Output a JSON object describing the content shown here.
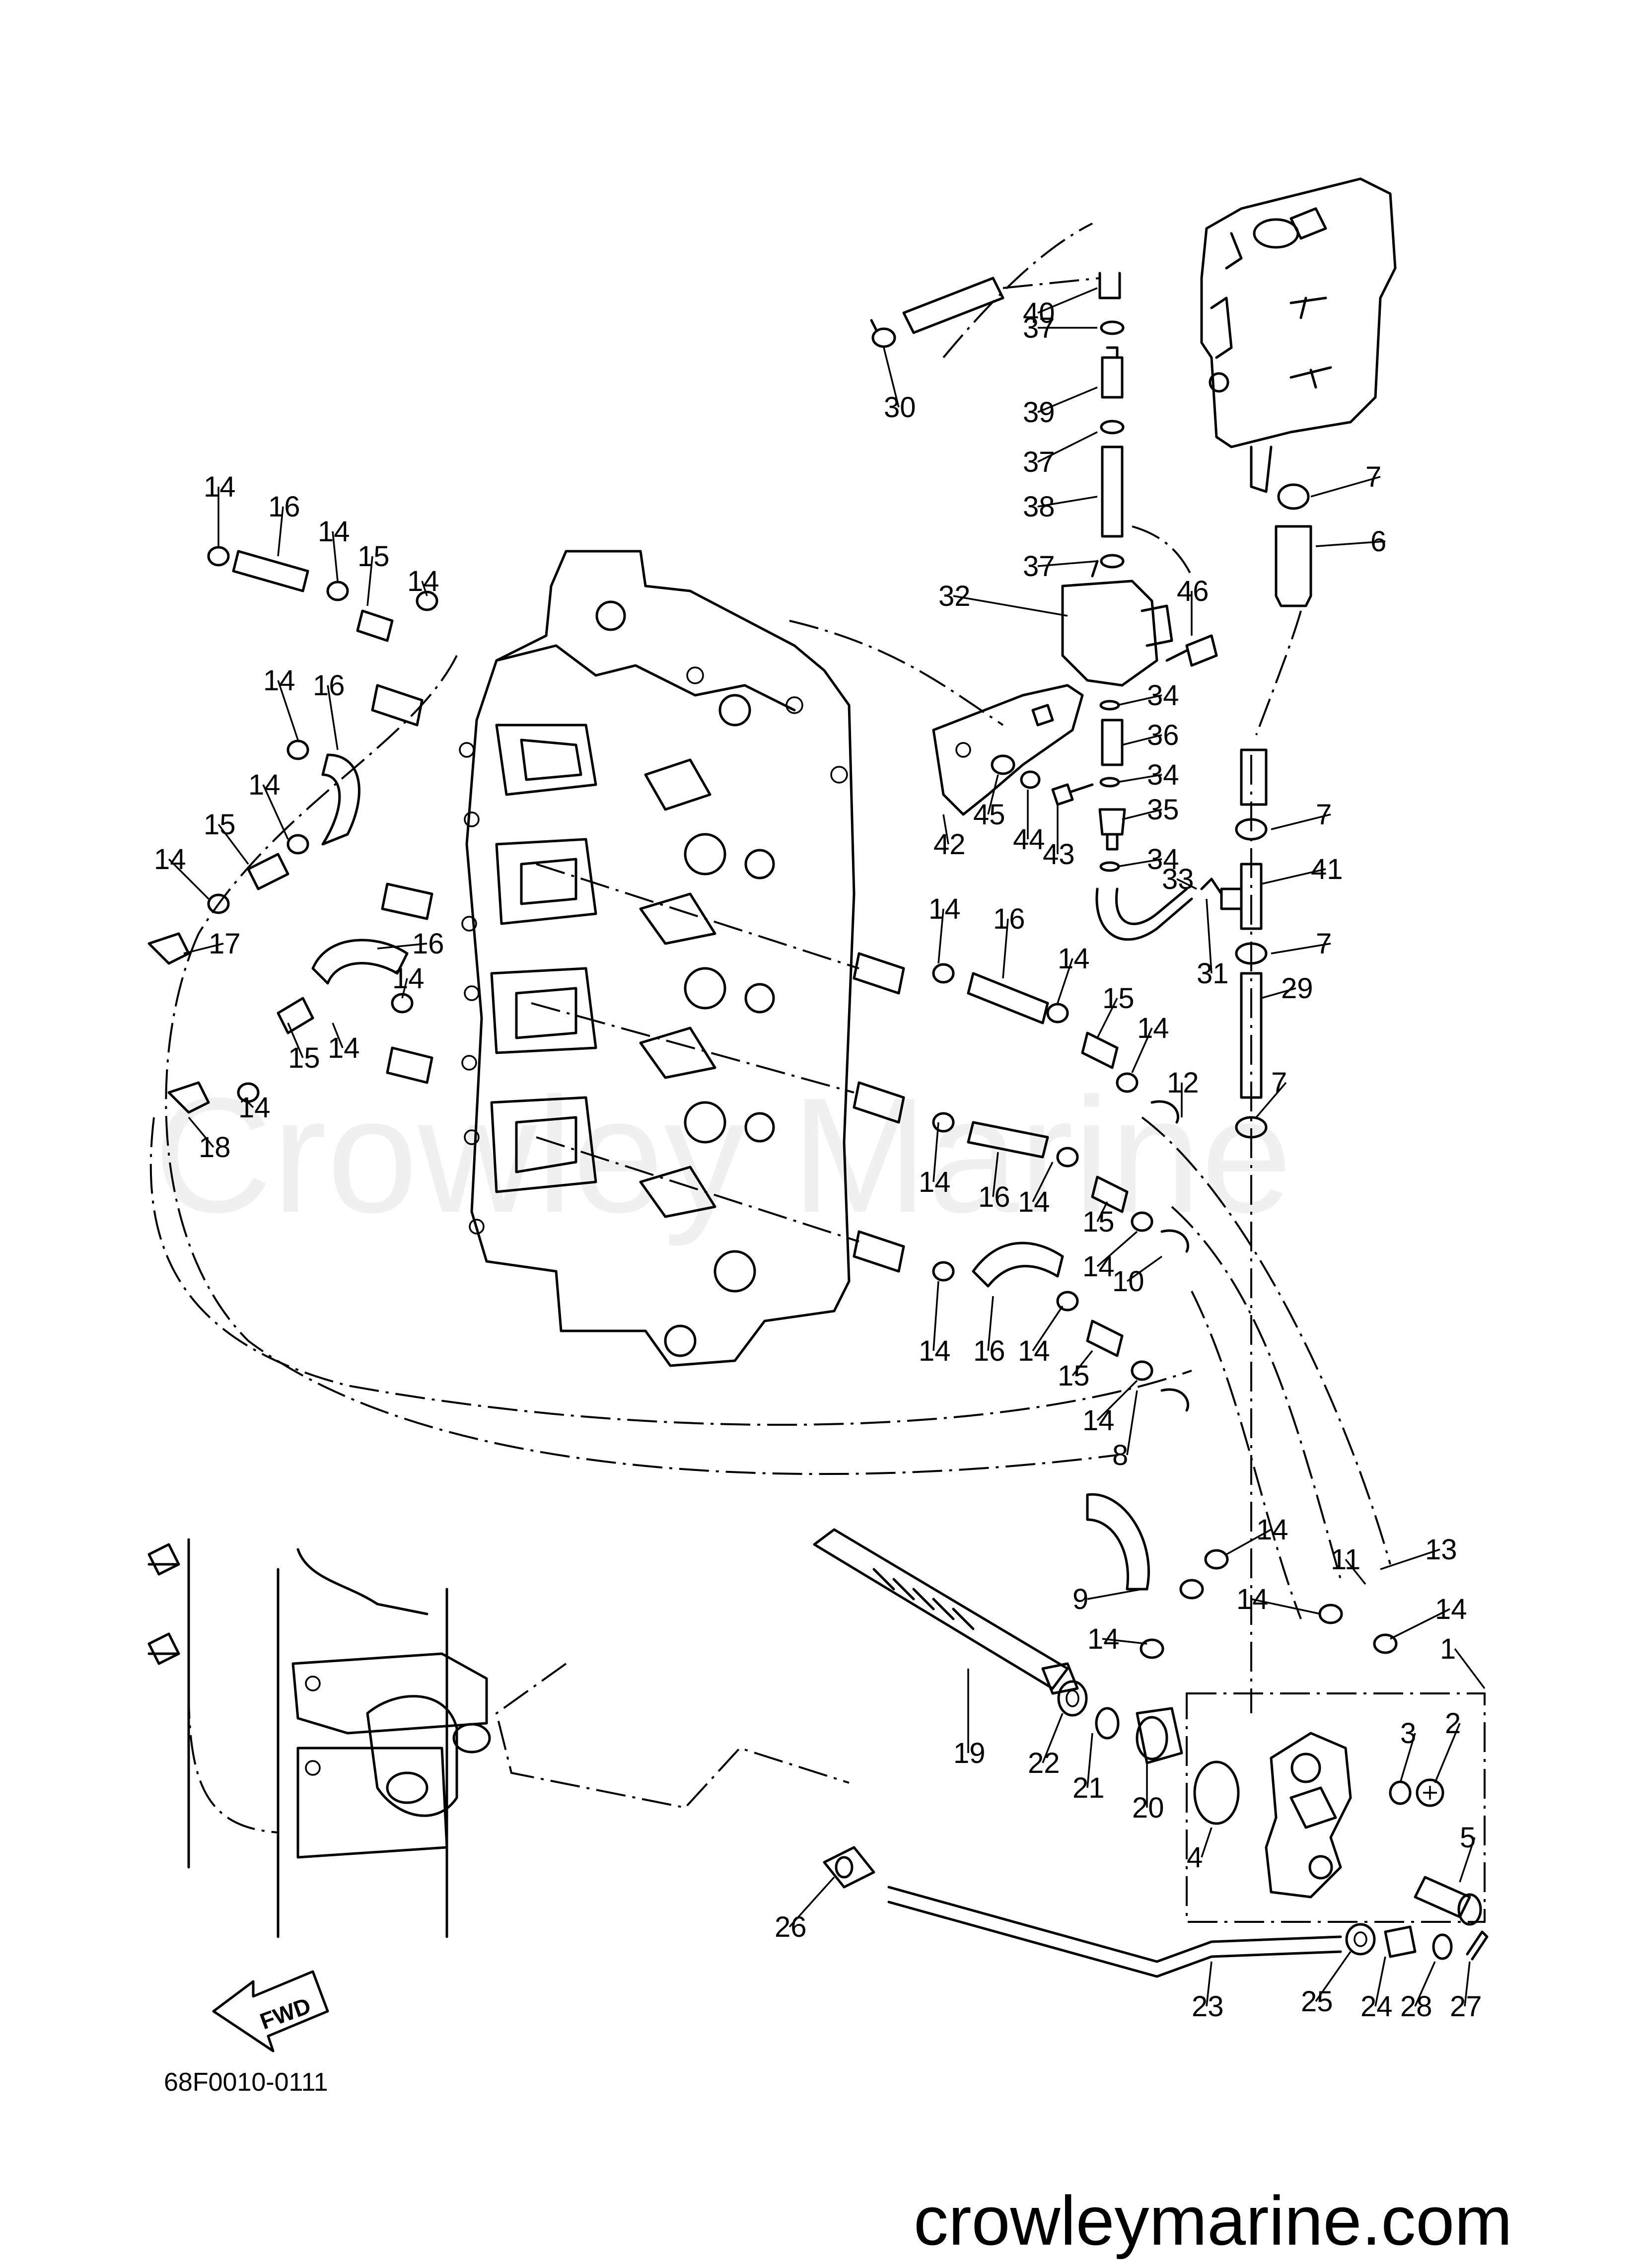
{
  "diagram": {
    "diagram_code": "68F0010-0111",
    "watermark": "Crowley Marine",
    "site": "crowleymarine.com",
    "fwd_label": "FWD",
    "callouts": [
      {
        "id": "c1",
        "label": "1"
      },
      {
        "id": "c2",
        "label": "2"
      },
      {
        "id": "c3",
        "label": "3"
      },
      {
        "id": "c4",
        "label": "4"
      },
      {
        "id": "c5",
        "label": "5"
      },
      {
        "id": "c6",
        "label": "6"
      },
      {
        "id": "c7a",
        "label": "7"
      },
      {
        "id": "c7b",
        "label": "7"
      },
      {
        "id": "c7c",
        "label": "7"
      },
      {
        "id": "c7d",
        "label": "7"
      },
      {
        "id": "c8",
        "label": "8"
      },
      {
        "id": "c9",
        "label": "9"
      },
      {
        "id": "c10",
        "label": "10"
      },
      {
        "id": "c11",
        "label": "11"
      },
      {
        "id": "c12",
        "label": "12"
      },
      {
        "id": "c13",
        "label": "13"
      },
      {
        "id": "c14a",
        "label": "14"
      },
      {
        "id": "c14b",
        "label": "14"
      },
      {
        "id": "c14c",
        "label": "14"
      },
      {
        "id": "c14d",
        "label": "14"
      },
      {
        "id": "c14e",
        "label": "14"
      },
      {
        "id": "c14f",
        "label": "14"
      },
      {
        "id": "c14g",
        "label": "14"
      },
      {
        "id": "c14h",
        "label": "14"
      },
      {
        "id": "c14i",
        "label": "14"
      },
      {
        "id": "c14j",
        "label": "14"
      },
      {
        "id": "c14k",
        "label": "14"
      },
      {
        "id": "c14l",
        "label": "14"
      },
      {
        "id": "c14m",
        "label": "14"
      },
      {
        "id": "c14n",
        "label": "14"
      },
      {
        "id": "c14o",
        "label": "14"
      },
      {
        "id": "c14p",
        "label": "14"
      },
      {
        "id": "c14q",
        "label": "14"
      },
      {
        "id": "c14r",
        "label": "14"
      },
      {
        "id": "c14s",
        "label": "14"
      },
      {
        "id": "c14t",
        "label": "14"
      },
      {
        "id": "c14u",
        "label": "14"
      },
      {
        "id": "c14v",
        "label": "14"
      },
      {
        "id": "c15a",
        "label": "15"
      },
      {
        "id": "c15b",
        "label": "15"
      },
      {
        "id": "c15c",
        "label": "15"
      },
      {
        "id": "c15d",
        "label": "15"
      },
      {
        "id": "c15e",
        "label": "15"
      },
      {
        "id": "c15f",
        "label": "15"
      },
      {
        "id": "c16a",
        "label": "16"
      },
      {
        "id": "c16b",
        "label": "16"
      },
      {
        "id": "c16c",
        "label": "16"
      },
      {
        "id": "c16d",
        "label": "16"
      },
      {
        "id": "c16e",
        "label": "16"
      },
      {
        "id": "c16f",
        "label": "16"
      },
      {
        "id": "c17",
        "label": "17"
      },
      {
        "id": "c18",
        "label": "18"
      },
      {
        "id": "c19",
        "label": "19"
      },
      {
        "id": "c20",
        "label": "20"
      },
      {
        "id": "c21",
        "label": "21"
      },
      {
        "id": "c22",
        "label": "22"
      },
      {
        "id": "c23",
        "label": "23"
      },
      {
        "id": "c24",
        "label": "24"
      },
      {
        "id": "c25",
        "label": "25"
      },
      {
        "id": "c26",
        "label": "26"
      },
      {
        "id": "c27",
        "label": "27"
      },
      {
        "id": "c28",
        "label": "28"
      },
      {
        "id": "c29",
        "label": "29"
      },
      {
        "id": "c30",
        "label": "30"
      },
      {
        "id": "c31",
        "label": "31"
      },
      {
        "id": "c32",
        "label": "32"
      },
      {
        "id": "c33",
        "label": "33"
      },
      {
        "id": "c34a",
        "label": "34"
      },
      {
        "id": "c34b",
        "label": "34"
      },
      {
        "id": "c34c",
        "label": "34"
      },
      {
        "id": "c35",
        "label": "35"
      },
      {
        "id": "c36",
        "label": "36"
      },
      {
        "id": "c37a",
        "label": "37"
      },
      {
        "id": "c37b",
        "label": "37"
      },
      {
        "id": "c37c",
        "label": "37"
      },
      {
        "id": "c38",
        "label": "38"
      },
      {
        "id": "c39",
        "label": "39"
      },
      {
        "id": "c40",
        "label": "40"
      },
      {
        "id": "c41",
        "label": "41"
      },
      {
        "id": "c42",
        "label": "42"
      },
      {
        "id": "c43",
        "label": "43"
      },
      {
        "id": "c44",
        "label": "44"
      },
      {
        "id": "c45",
        "label": "45"
      },
      {
        "id": "c46",
        "label": "46"
      }
    ]
  }
}
